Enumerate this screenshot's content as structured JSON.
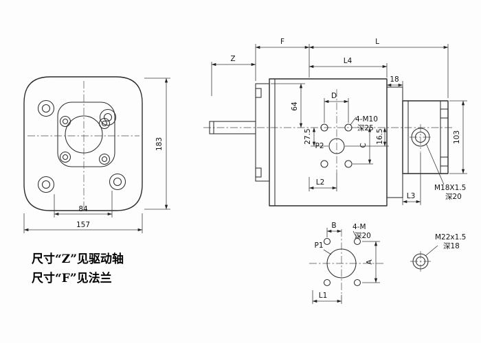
{
  "front_view": {
    "dim_height": "183",
    "dim_bolt_span": "84",
    "dim_width": "157"
  },
  "side_view": {
    "dim_z": "Z",
    "dim_f": "F",
    "dim_l": "L",
    "dim_l4": "L4",
    "dim_18": "18",
    "dim_d": "D",
    "dim_64": "64",
    "dim_27_5": "27.5",
    "thread_label": "4-M10",
    "thread_depth": "深25",
    "port_label": "P2",
    "dim_c": "C",
    "dim_16_5": "16.5",
    "dim_103": "103",
    "dim_l2": "L2",
    "dim_l3": "L3",
    "cap_thread": "M18X1.5",
    "cap_thread_depth": "深20"
  },
  "bottom_view": {
    "dim_b": "B",
    "thread_label": "4-M",
    "thread_depth": "深20",
    "port_label": "P1",
    "dim_a": "A",
    "dim_l1": "L1",
    "side_thread": "M22x1.5",
    "side_thread_depth": "深18"
  },
  "notes": {
    "line1": "尺寸“Z”见驱动轴",
    "line2": "尺寸“F”见法兰"
  }
}
